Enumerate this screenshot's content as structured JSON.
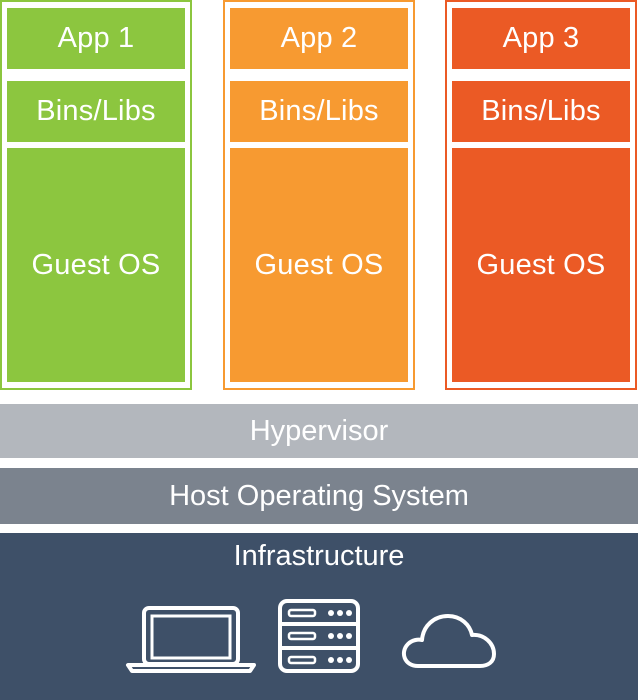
{
  "columns": [
    {
      "app": "App 1",
      "libs": "Bins/Libs",
      "os": "Guest OS",
      "color": "#8CC63F",
      "border": "#8CC63F"
    },
    {
      "app": "App 2",
      "libs": "Bins/Libs",
      "os": "Guest OS",
      "color": "#F79A31",
      "border": "#F79A31"
    },
    {
      "app": "App 3",
      "libs": "Bins/Libs",
      "os": "Guest OS",
      "color": "#EB5A25",
      "border": "#EB5A25"
    }
  ],
  "hypervisor": {
    "label": "Hypervisor",
    "color": "#B3B7BD"
  },
  "host_os": {
    "label": "Host Operating System",
    "color": "#7B838E"
  },
  "infrastructure": {
    "label": "Infrastructure",
    "color": "#3E5068",
    "icons": [
      "laptop-icon",
      "server-icon",
      "cloud-icon"
    ]
  }
}
